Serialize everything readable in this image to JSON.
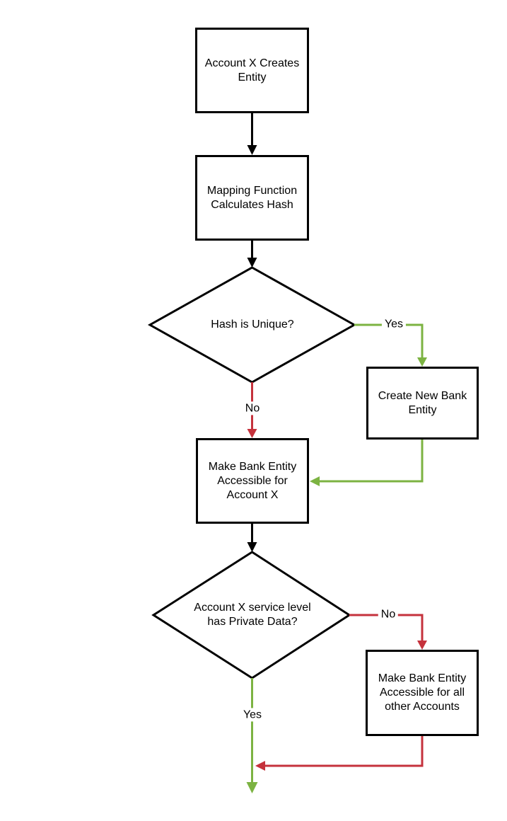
{
  "diagram": {
    "type": "flowchart",
    "nodes": [
      {
        "id": "start",
        "shape": "rect",
        "label": "Account X Creates Entity"
      },
      {
        "id": "hash",
        "shape": "rect",
        "label": "Mapping Function Calculates Hash"
      },
      {
        "id": "unique",
        "shape": "diamond",
        "label": "Hash is Unique?"
      },
      {
        "id": "create",
        "shape": "rect",
        "label": "Create New Bank Entity"
      },
      {
        "id": "access_x",
        "shape": "rect",
        "label": "Make Bank Entity Accessible for Account X"
      },
      {
        "id": "private",
        "shape": "diamond",
        "label": "Account X service level has Private Data?"
      },
      {
        "id": "access_all",
        "shape": "rect",
        "label": "Make Bank Entity Accessible for all other Accounts"
      }
    ],
    "edges": [
      {
        "from": "start",
        "to": "hash",
        "label": "",
        "color": "black"
      },
      {
        "from": "hash",
        "to": "unique",
        "label": "",
        "color": "black"
      },
      {
        "from": "unique",
        "to": "create",
        "label": "Yes",
        "color": "green"
      },
      {
        "from": "unique",
        "to": "access_x",
        "label": "No",
        "color": "red"
      },
      {
        "from": "create",
        "to": "access_x",
        "label": "",
        "color": "green"
      },
      {
        "from": "access_x",
        "to": "private",
        "label": "",
        "color": "black"
      },
      {
        "from": "private",
        "to": "access_all",
        "label": "No",
        "color": "red"
      },
      {
        "from": "private",
        "to": "exit",
        "label": "Yes",
        "color": "green"
      },
      {
        "from": "access_all",
        "to": "exit",
        "label": "",
        "color": "red"
      }
    ],
    "colors": {
      "flow": "#000000",
      "yes_green": "#7cb342",
      "no_red": "#c5323c"
    }
  }
}
